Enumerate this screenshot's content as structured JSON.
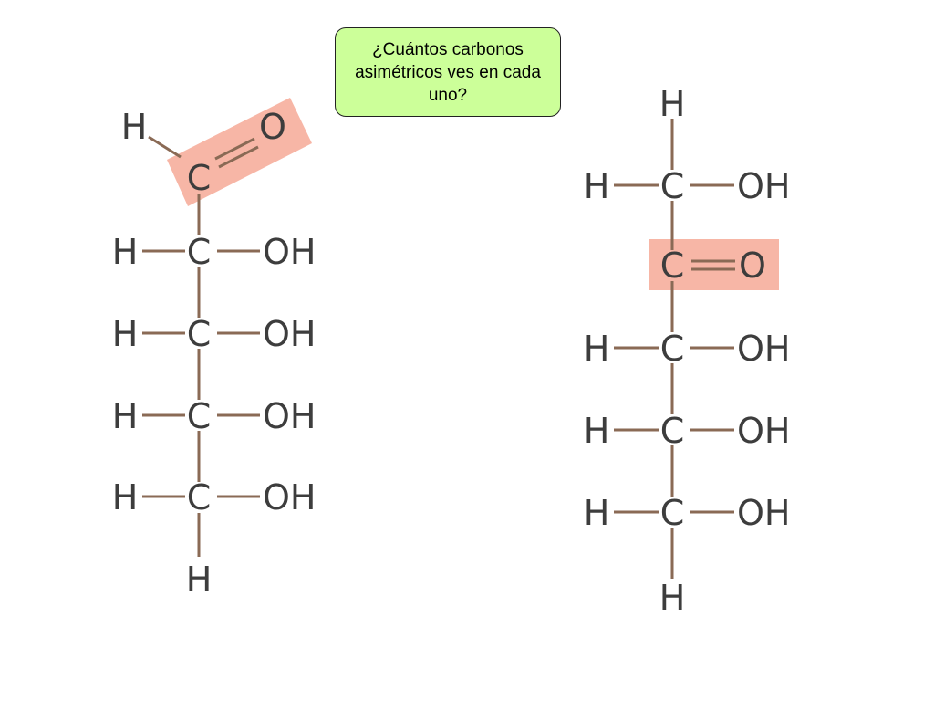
{
  "question": {
    "text": "¿Cuántos carbonos asimétricos ves en cada uno?",
    "background_color": "#ccff99",
    "border_color": "#222222"
  },
  "highlight_color": "#f7b6a6",
  "bond_color": "#8a6a55",
  "atom_color": "#3d3d3d",
  "aldose": {
    "top_h": "H",
    "carbonyl_c": "C",
    "carbonyl_o": "O",
    "rows": [
      {
        "left": "H",
        "center": "C",
        "right": "OH"
      },
      {
        "left": "H",
        "center": "C",
        "right": "OH"
      },
      {
        "left": "H",
        "center": "C",
        "right": "OH"
      },
      {
        "left": "H",
        "center": "C",
        "right": "OH"
      }
    ],
    "bottom_h": "H"
  },
  "ketose": {
    "top_h": "H",
    "top_row": {
      "left": "H",
      "center": "C",
      "right": "OH"
    },
    "carbonyl_c": "C",
    "carbonyl_o": "O",
    "rows": [
      {
        "left": "H",
        "center": "C",
        "right": "OH"
      },
      {
        "left": "H",
        "center": "C",
        "right": "OH"
      },
      {
        "left": "H",
        "center": "C",
        "right": "OH"
      }
    ],
    "bottom_h": "H"
  }
}
